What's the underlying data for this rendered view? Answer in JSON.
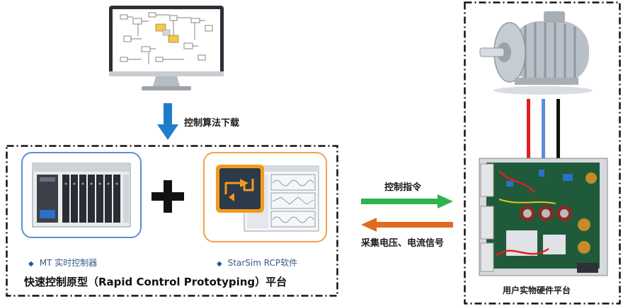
{
  "download_label": "控制算法下载",
  "command_label": "控制指令",
  "sample_label": "采集电压、电流信号",
  "rcp_title": "快速控制原型（Rapid Control Prototyping）平台",
  "mt_caption": "MT 实时控制器",
  "starsim_caption": "StarSim RCP软件",
  "hardware_title": "用户实物硬件平台",
  "colors": {
    "down_arrow": "#1f7cc8",
    "command_arrow": "#2fb34a",
    "sample_arrow": "#e06b1f",
    "cable_red": "#e02020",
    "cable_blue": "#5b8fd6",
    "cable_black": "#111111",
    "orange_frame": "#f2a24a",
    "blue_frame": "#5b8fd6"
  }
}
